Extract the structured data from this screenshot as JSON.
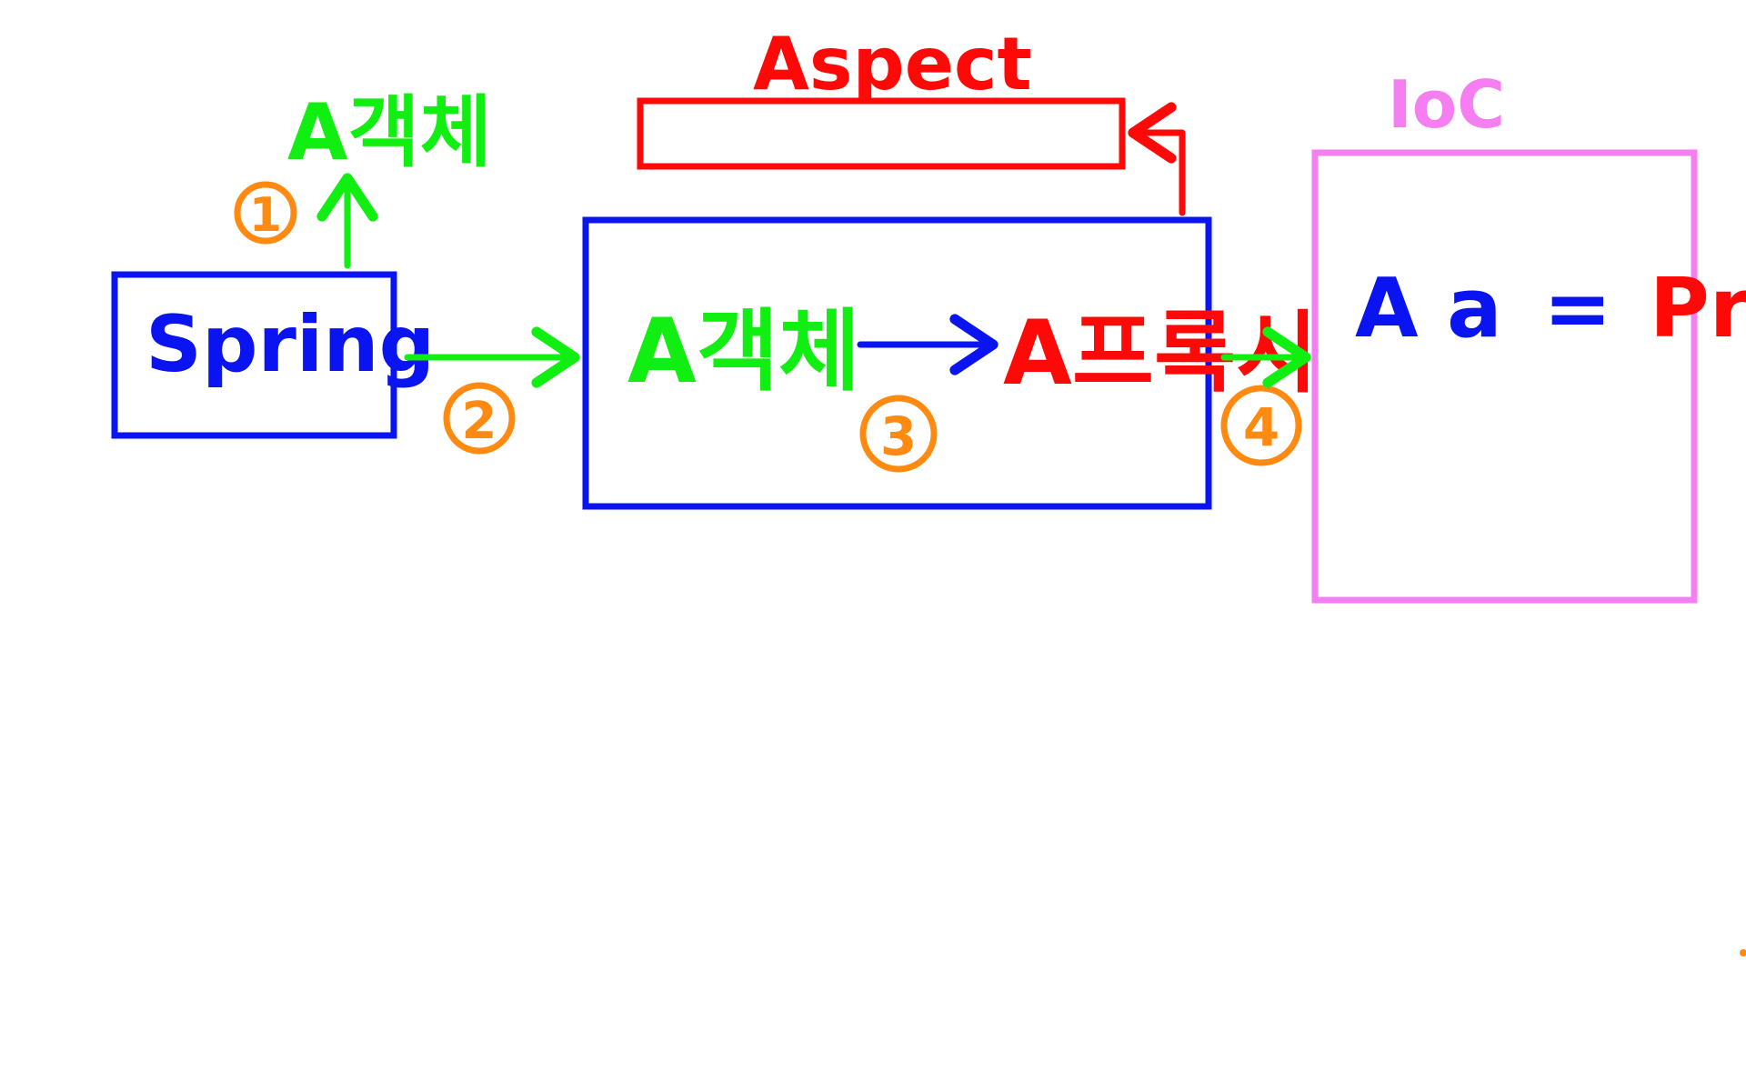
{
  "diagram": {
    "spring_label": "Spring",
    "step1_object_label": "A객체",
    "aspect_label": "Aspect",
    "target_object_label": "A객체",
    "proxy_label": "A프록시",
    "ioc_label": "IoC",
    "ioc_assign_lhs": "A a",
    "ioc_assign_eq": "=",
    "ioc_assign_rhs": "Proxy",
    "step_numbers": [
      "1",
      "2",
      "3",
      "4"
    ]
  },
  "colors": {
    "blue": "#0a14f0",
    "green": "#11ee11",
    "red": "#ff0808",
    "pink": "#f57ff0",
    "orange": "#ff8a12"
  }
}
